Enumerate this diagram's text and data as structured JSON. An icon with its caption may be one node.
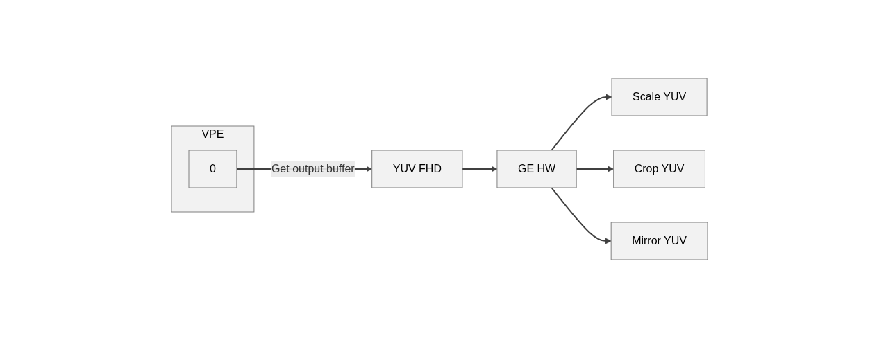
{
  "diagram": {
    "nodes": [
      {
        "text": [
          "VPE"
        ]
      },
      {
        "text": [
          "0"
        ],
        "in": 0
      },
      {
        "text": [
          "YUV FHD"
        ]
      },
      {
        "text": [
          "GE HW"
        ]
      },
      {
        "text": [
          "Scale YUV"
        ]
      },
      {
        "text": [
          "Crop YUV"
        ]
      },
      {
        "text": [
          "Mirror YUV"
        ]
      }
    ],
    "edges": [
      {
        "from": 1,
        "to": 2,
        "arrow": "to",
        "label": "Get output buffer"
      },
      {
        "from": 2,
        "to": 3,
        "arrow": "to"
      },
      {
        "from": 3,
        "to": 4,
        "arrow": "to"
      },
      {
        "from": 3,
        "to": 5,
        "arrow": "to"
      },
      {
        "from": 3,
        "to": 6,
        "arrow": "to"
      }
    ]
  }
}
